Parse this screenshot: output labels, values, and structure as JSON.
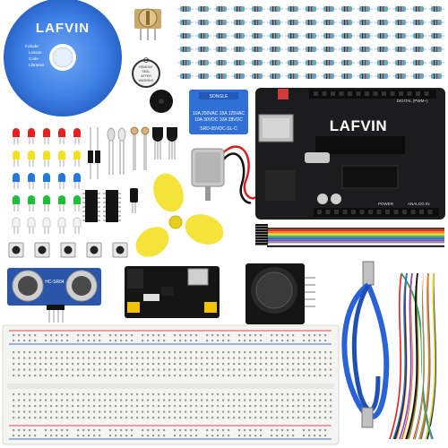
{
  "cd": {
    "brand": "LAFVIN",
    "include_title": "Include:",
    "include_items": [
      "Lesson",
      "Code",
      "Libraries"
    ]
  },
  "board": {
    "brand": "LAFVIN",
    "digital_label": "DIGITAL (PWM~)",
    "analog_label": "ANALOG IN",
    "power_label": "POWER"
  },
  "relay": {
    "brand": "SONGLE",
    "line1": "10A 250VAC 15A 125VAC",
    "line2": "10A 30VDC 10A 28VDC",
    "model": "SRD-05VDC-SL-C"
  },
  "sensor": {
    "model": "HC-SR04"
  },
  "buzzer": {
    "line1": "REMOVE",
    "line2": "SEAL",
    "line3": "AFTER",
    "line4": "WASHING"
  },
  "colors": {
    "cd_blue": "#3d7fe6",
    "board_black": "#1c1c1e",
    "relay_blue": "#2f6fd6",
    "sensor_blue": "#2a55a8",
    "cable_blue": "#2a63d8",
    "resistor_body": "#6aa5c4",
    "led_red": "#e82020",
    "led_yellow": "#f2e21c",
    "led_blue": "#2478e0",
    "led_green": "#1fbf3a",
    "fan_yellow": "#f5e23a",
    "breadboard": "#f4f4f2"
  }
}
